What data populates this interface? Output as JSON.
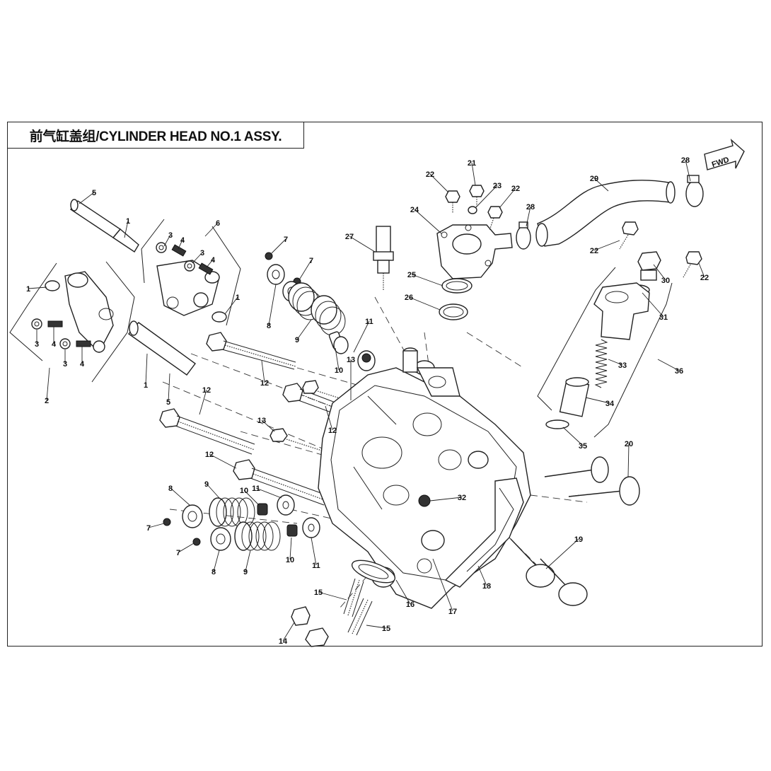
{
  "title": "前气缸盖组/CYLINDER HEAD NO.1 ASSY.",
  "fwd_badge": "FWD",
  "callouts": [
    {
      "id": "c1",
      "text": "1"
    },
    {
      "id": "c1b",
      "text": "1"
    },
    {
      "id": "c1c",
      "text": "1"
    },
    {
      "id": "c1d",
      "text": "1"
    },
    {
      "id": "c2",
      "text": "2"
    },
    {
      "id": "c3a",
      "text": "3"
    },
    {
      "id": "c3b",
      "text": "3"
    },
    {
      "id": "c3c",
      "text": "3"
    },
    {
      "id": "c3d",
      "text": "3"
    },
    {
      "id": "c4a",
      "text": "4"
    },
    {
      "id": "c4b",
      "text": "4"
    },
    {
      "id": "c4c",
      "text": "4"
    },
    {
      "id": "c4d",
      "text": "4"
    },
    {
      "id": "c5a",
      "text": "5"
    },
    {
      "id": "c5b",
      "text": "5"
    },
    {
      "id": "c6",
      "text": "6"
    },
    {
      "id": "c7a",
      "text": "7"
    },
    {
      "id": "c7b",
      "text": "7"
    },
    {
      "id": "c7c",
      "text": "7"
    },
    {
      "id": "c7d",
      "text": "7"
    },
    {
      "id": "c8a",
      "text": "8"
    },
    {
      "id": "c8b",
      "text": "8"
    },
    {
      "id": "c8c",
      "text": "8"
    },
    {
      "id": "c9a",
      "text": "9"
    },
    {
      "id": "c9b",
      "text": "9"
    },
    {
      "id": "c9c",
      "text": "9"
    },
    {
      "id": "c10a",
      "text": "10"
    },
    {
      "id": "c10b",
      "text": "10"
    },
    {
      "id": "c10c",
      "text": "10"
    },
    {
      "id": "c11a",
      "text": "11"
    },
    {
      "id": "c11b",
      "text": "11"
    },
    {
      "id": "c11c",
      "text": "11"
    },
    {
      "id": "c12a",
      "text": "12"
    },
    {
      "id": "c12b",
      "text": "12"
    },
    {
      "id": "c12c",
      "text": "12"
    },
    {
      "id": "c12d",
      "text": "12"
    },
    {
      "id": "c13a",
      "text": "13"
    },
    {
      "id": "c13b",
      "text": "13"
    },
    {
      "id": "c14",
      "text": "14"
    },
    {
      "id": "c15a",
      "text": "15"
    },
    {
      "id": "c15b",
      "text": "15"
    },
    {
      "id": "c16",
      "text": "16"
    },
    {
      "id": "c17",
      "text": "17"
    },
    {
      "id": "c18",
      "text": "18"
    },
    {
      "id": "c19",
      "text": "19"
    },
    {
      "id": "c20",
      "text": "20"
    },
    {
      "id": "c21",
      "text": "21"
    },
    {
      "id": "c22a",
      "text": "22"
    },
    {
      "id": "c22b",
      "text": "22"
    },
    {
      "id": "c22c",
      "text": "22"
    },
    {
      "id": "c22d",
      "text": "22"
    },
    {
      "id": "c23",
      "text": "23"
    },
    {
      "id": "c24",
      "text": "24"
    },
    {
      "id": "c25",
      "text": "25"
    },
    {
      "id": "c26",
      "text": "26"
    },
    {
      "id": "c27",
      "text": "27"
    },
    {
      "id": "c28a",
      "text": "28"
    },
    {
      "id": "c28b",
      "text": "28"
    },
    {
      "id": "c29",
      "text": "29"
    },
    {
      "id": "c30",
      "text": "30"
    },
    {
      "id": "c31",
      "text": "31"
    },
    {
      "id": "c32",
      "text": "32"
    },
    {
      "id": "c33",
      "text": "33"
    },
    {
      "id": "c34",
      "text": "34"
    },
    {
      "id": "c35",
      "text": "35"
    },
    {
      "id": "c36",
      "text": "36"
    }
  ]
}
